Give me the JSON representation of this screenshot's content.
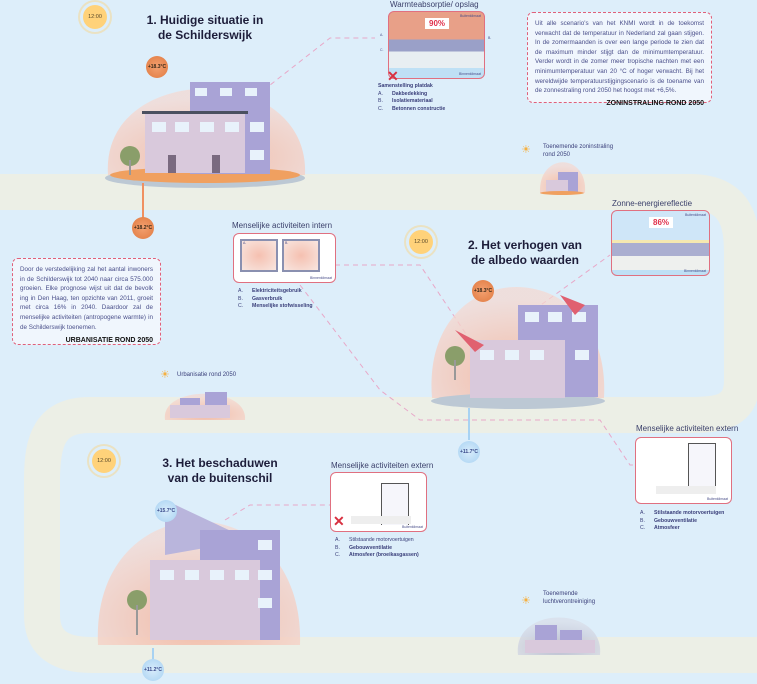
{
  "scene1": {
    "sun_time": "12:00",
    "title": "1. Huidige situatie in de Schilderswijk",
    "temp_inside": "+18.3°C",
    "temp_below": "+18.2°C"
  },
  "absorption": {
    "title": "Warmteabsorptie/ opslag",
    "percent": "90%",
    "outside_label": "Buitenklimaat",
    "inside_label": "Binnenklimaat",
    "marker_a": "A.",
    "marker_b": "B.",
    "marker_c": "C.",
    "list_title": "Samenstelling platdak",
    "items": [
      {
        "key": "A.",
        "label": "Dakbedekking"
      },
      {
        "key": "B.",
        "label": "Isolatiemateriaal"
      },
      {
        "key": "C.",
        "label": "Betonnen constructie"
      }
    ]
  },
  "solar_box": {
    "text": "Uit alle scenario's van het KNMI wordt in de toekomst verwacht dat de temperatuur in Nederland zal gaan stijgen. In de zomermaanden is over een lange periode te zien dat de maximum minder stijgt dan de minimumtemperatuur. Verder wordt in de zomer meer tropische nachten met een minimumtemperatuur van 20 °C of hoger verwacht. Bij het wereldwijde temperatuurstijgingscenario is de toename van de zonnestraling rond 2050 het hoogst met +6,5%.",
    "heading": "ZONINSTRALING ROND 2050"
  },
  "solar_increase": {
    "label": "Toenemende zoninstraling rond 2050"
  },
  "intern": {
    "title": "Menselijke activiteiten intern",
    "inside_label": "Binnenklimaat",
    "room_a": "A.",
    "room_b": "B.",
    "items": [
      {
        "key": "A.",
        "label": "Elektriciteitsgebruik"
      },
      {
        "key": "B.",
        "label": "Gasverbruik"
      },
      {
        "key": "C.",
        "label": "Menselijke stofwisseling"
      }
    ]
  },
  "scene2": {
    "sun_time": "12:00",
    "title": "2. Het verhogen van de albedo waarden",
    "temp_inside": "+18.3°C",
    "temp_below": "+11.7°C"
  },
  "reflection": {
    "title": "Zonne-energiereflectie",
    "percent": "86%",
    "outside_label": "Buitenklimaat",
    "inside_label": "Binnenklimaat"
  },
  "urban_box": {
    "text": "Door de verstedelijking zal het aantal inwoners in de Schilderswijk tot 2040 naar circa 575.000 groeien. Elke prognose wijst uit dat de bevolk ing in Den Haag, ten opzichte van 2011, groeit met circa 16% in 2040. Daardoor zal de menselijke activiteiten (antropogene warmte) in de Schilderswijk toenemen.",
    "heading": "URBANISATIE ROND 2050"
  },
  "urban_label": {
    "label": "Urbanisatie rond 2050"
  },
  "scene3": {
    "sun_time": "12:00",
    "title": "3. Het beschaduwen van de buitenschil",
    "temp_inside": "+15.7°C",
    "temp_below": "+11.2°C"
  },
  "extern1": {
    "title": "Menselijke activiteiten extern",
    "outside_label": "Buitenklimaat",
    "items": [
      {
        "key": "A.",
        "label": "Stilstaande motorvoertuigen"
      },
      {
        "key": "B.",
        "label": "Gebouwventilatie"
      },
      {
        "key": "C.",
        "label": "Atmosfeer (broeikasgassen)"
      }
    ]
  },
  "extern2": {
    "title": "Menselijke activiteiten extern",
    "outside_label": "Buitenklimaat",
    "items": [
      {
        "key": "A.",
        "label": "Stilstaande motorvoertuigen"
      },
      {
        "key": "B.",
        "label": "Gebouwventilatie"
      },
      {
        "key": "C.",
        "label": "Atmosfeer"
      }
    ]
  },
  "pollution": {
    "label": "Toenemende luchtverontreiniging"
  },
  "colors": {
    "background": "#ddeefa",
    "road": "#ecefe6",
    "accent": "#e0607a",
    "dome": "#f0b8a8",
    "building": "#a9a3d6"
  }
}
